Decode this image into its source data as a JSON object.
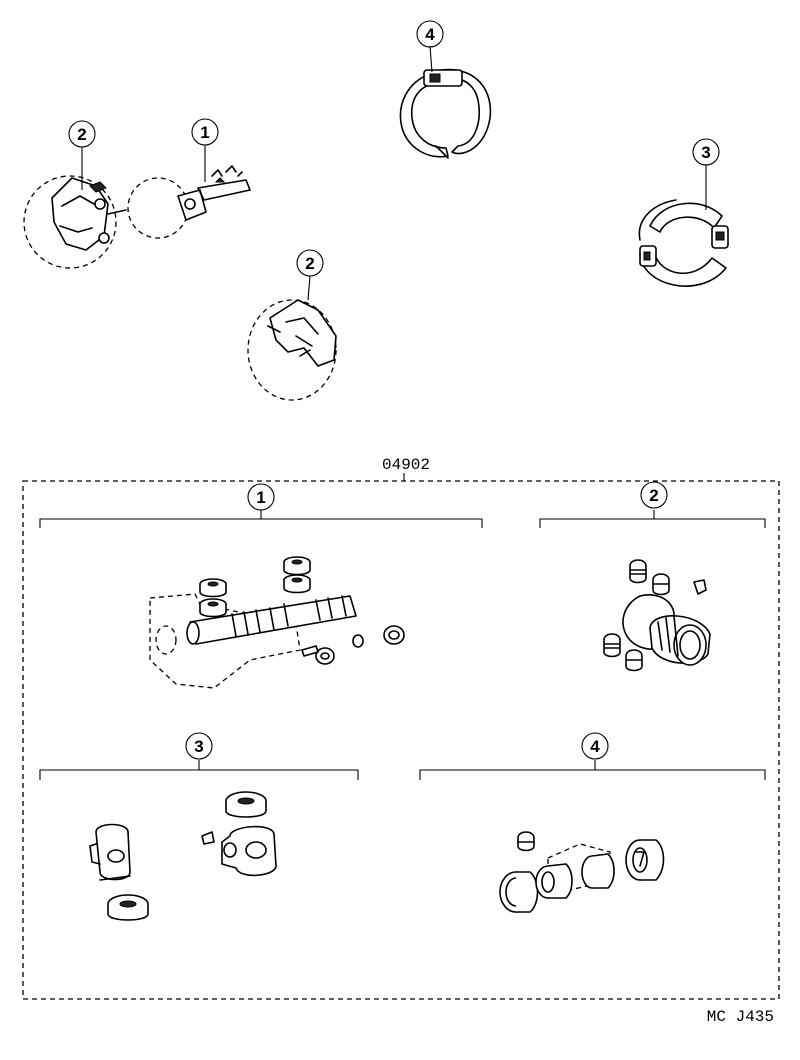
{
  "callouts": {
    "top_master_cylinder": "1",
    "top_caliper_left": "2",
    "top_caliper_center": "2",
    "top_wheel_cylinder_right": "3",
    "top_brake_shoe": "4",
    "kit_master_cylinder": "1",
    "kit_caliper": "2",
    "kit_wheel_cylinder_rear": "3",
    "kit_wheel_cylinder_front": "4"
  },
  "kit_part_number": "04902",
  "figure_code": "MC  J435"
}
